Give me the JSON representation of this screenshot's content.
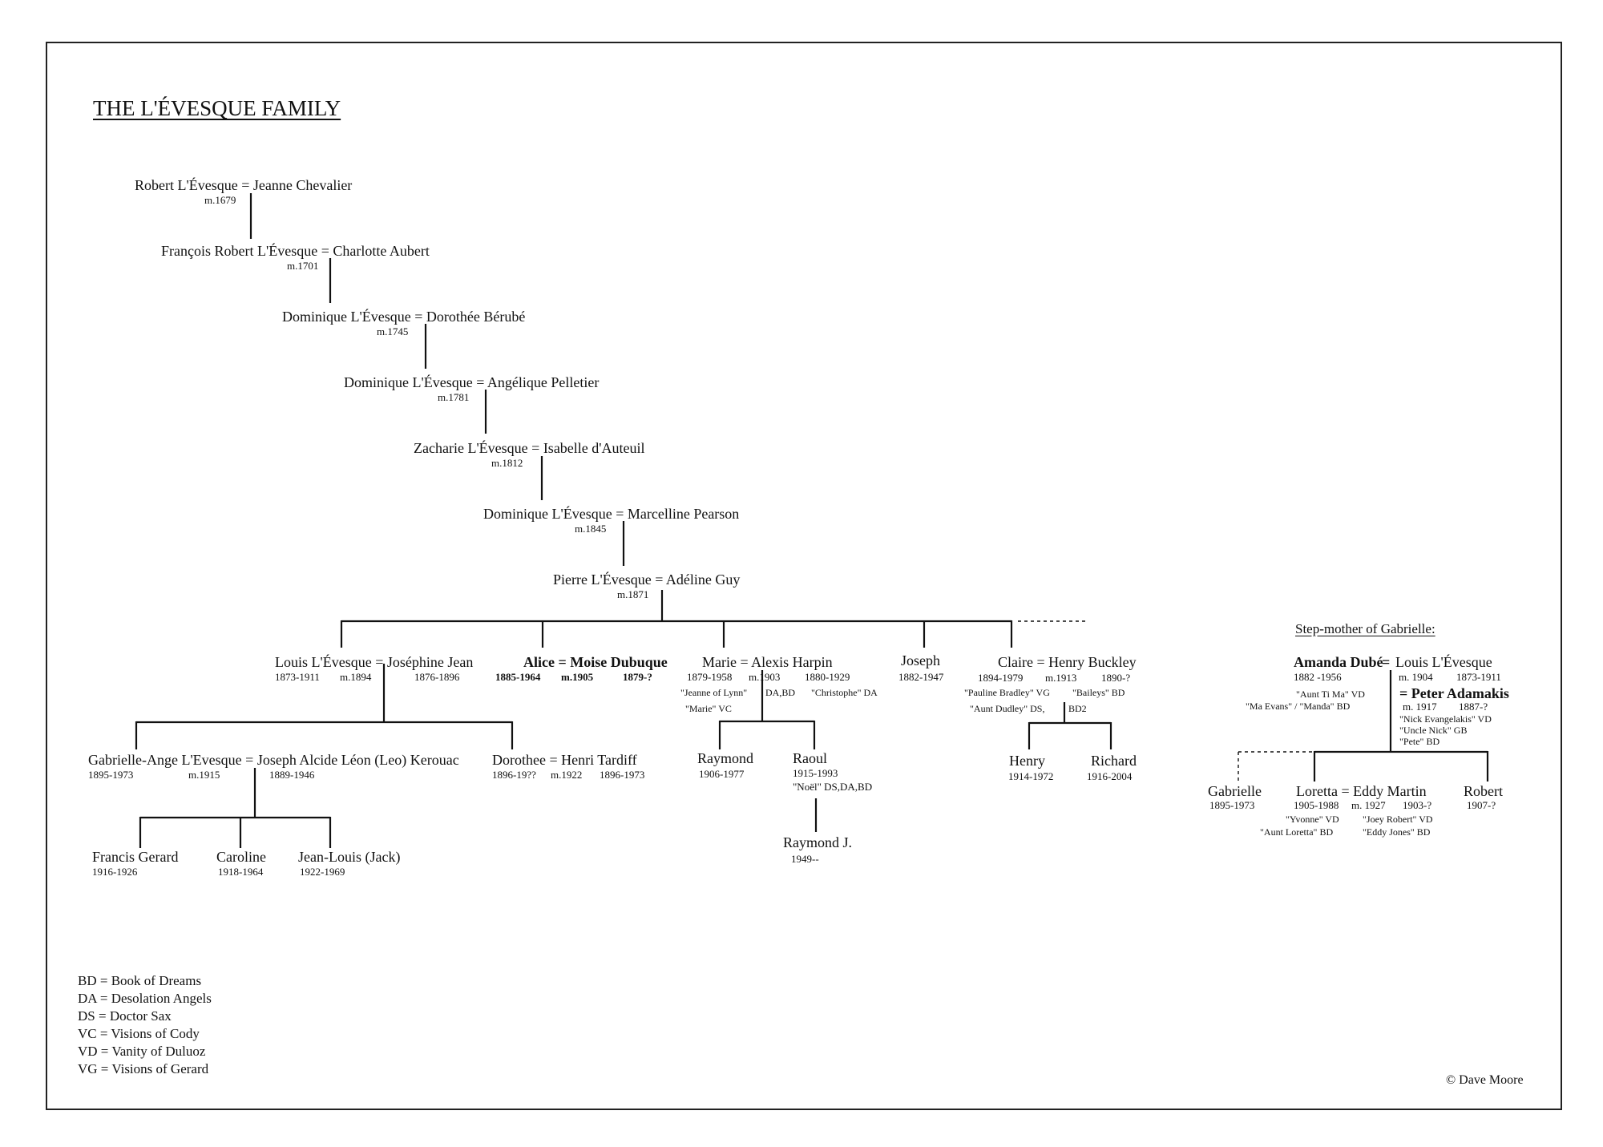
{
  "title": "THE L'ÉVESQUE FAMILY",
  "generations": [
    {
      "couple": "Robert L'Évesque = Jeanne Chevalier",
      "married": "m.1679"
    },
    {
      "couple": "François Robert L'Évesque = Charlotte Aubert",
      "married": "m.1701"
    },
    {
      "couple": "Dominique L'Évesque = Dorothée Bérubé",
      "married": "m.1745"
    },
    {
      "couple": "Dominique L'Évesque = Angélique Pelletier",
      "married": "m.1781"
    },
    {
      "couple": "Zacharie L'Évesque = Isabelle d'Auteuil",
      "married": "m.1812"
    },
    {
      "couple": "Dominique L'Évesque = Marcelline Pearson",
      "married": "m.1845"
    },
    {
      "couple": "Pierre L'Évesque = Adéline Guy",
      "married": "m.1871"
    }
  ],
  "children": {
    "louis": {
      "couple": "Louis L'Évesque = Joséphine Jean",
      "dates_left": "1873-1911",
      "married": "m.1894",
      "dates_right": "1876-1896"
    },
    "alice": {
      "couple": "Alice = Moise Dubuque",
      "dates_left": "1885-1964",
      "married": "m.1905",
      "dates_right": "1879-?"
    },
    "marie": {
      "couple": "Marie = Alexis Harpin",
      "dates_left": "1879-1958",
      "married": "m.1903",
      "dates_right": "1880-1929",
      "ref1": "\"Jeanne of Lynn\"",
      "ref1b": "DA,BD",
      "ref2": "\"Christophe\" DA",
      "ref3": "\"Marie\" VC"
    },
    "joseph": {
      "name": "Joseph",
      "dates": "1882-1947"
    },
    "claire": {
      "couple": "Claire = Henry Buckley",
      "dates_left": "1894-1979",
      "married": "m.1913",
      "dates_right": "1890-?",
      "ref1": "\"Pauline Bradley\" VG",
      "ref2": "\"Baileys\" BD",
      "ref3": "\"Aunt Dudley\" DS,",
      "ref3b": "BD2"
    }
  },
  "grandchildren": {
    "gabrielle": {
      "couple": "Gabrielle-Ange L'Evesque = Joseph Alcide Léon (Leo) Kerouac",
      "dates_left": "1895-1973",
      "married": "m.1915",
      "dates_right": "1889-1946"
    },
    "dorothee": {
      "couple": "Dorothee = Henri Tardiff",
      "dates_left": "1896-19??",
      "married": "m.1922",
      "dates_right": "1896-1973"
    },
    "raymond": {
      "name": "Raymond",
      "dates": "1906-1977"
    },
    "raoul": {
      "name": "Raoul",
      "dates": "1915-1993",
      "ref": "\"Noël\" DS,DA,BD"
    },
    "raymond_j": {
      "name": "Raymond J.",
      "dates": "1949--"
    },
    "henry": {
      "name": "Henry",
      "dates": "1914-1972"
    },
    "richard": {
      "name": "Richard",
      "dates": "1916-2004"
    }
  },
  "kerouac_children": [
    {
      "name": "Francis Gerard",
      "dates": "1916-1926"
    },
    {
      "name": "Caroline",
      "dates": "1918-1964"
    },
    {
      "name": "Jean-Louis (Jack)",
      "dates": "1922-1969"
    }
  ],
  "stepmother": {
    "heading": "Step-mother of Gabrielle:",
    "amanda": "Amanda Dubé",
    "eq": "=",
    "louis": "Louis L'Évesque",
    "amanda_dates": "1882 -1956",
    "married1": "m. 1904",
    "louis_dates": "1873-1911",
    "amanda_ref1": "\"Aunt Ti Ma\" VD",
    "amanda_ref2": "\"Ma Evans\" / \"Manda\"  BD",
    "peter": "= Peter Adamakis",
    "married2": "m. 1917",
    "peter_dates": "1887-?",
    "peter_ref1": "\"Nick Evangelakis\" VD",
    "peter_ref2": "\"Uncle Nick\" GB",
    "peter_ref3": "\"Pete\" BD",
    "gabrielle": {
      "name": "Gabrielle",
      "dates": "1895-1973"
    },
    "loretta": {
      "couple": "Loretta  = Eddy Martin",
      "dates_left": "1905-1988",
      "married": "m. 1927",
      "dates_right": "1903-?",
      "ref1": "\"Yvonne\" VD",
      "ref2": "\"Joey Robert\" VD",
      "ref3": "\"Aunt Loretta\" BD",
      "ref4": "\"Eddy Jones\" BD"
    },
    "robert": {
      "name": "Robert",
      "dates": "1907-?"
    }
  },
  "legend": [
    "BD = Book of Dreams",
    "DA = Desolation Angels",
    "DS  = Doctor Sax",
    "VC = Visions of Cody",
    "VD = Vanity of Duluoz",
    "VG = Visions of Gerard"
  ],
  "copyright": "© Dave Moore"
}
